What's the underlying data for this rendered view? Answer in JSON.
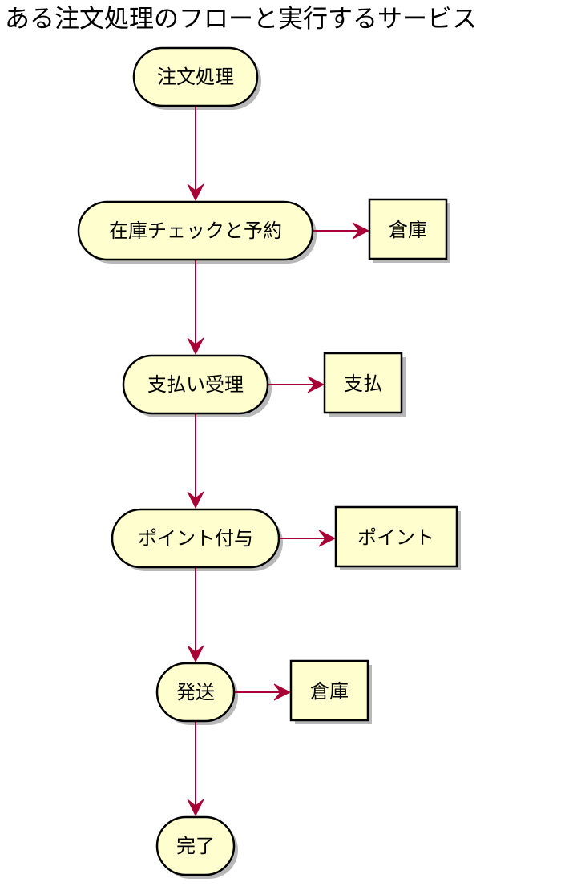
{
  "title": "ある注文処理のフローと実行するサービス",
  "colors": {
    "node_fill": "#FEFECE",
    "node_border": "#000000",
    "arrow": "#A80036",
    "background": "#FFFFFF"
  },
  "steps": [
    {
      "label": "注文処理",
      "service": ""
    },
    {
      "label": "在庫チェックと予約",
      "service": "倉庫"
    },
    {
      "label": "支払い受理",
      "service": "支払"
    },
    {
      "label": "ポイント付与",
      "service": "ポイント"
    },
    {
      "label": "発送",
      "service": "倉庫"
    },
    {
      "label": "完了",
      "service": ""
    }
  ]
}
